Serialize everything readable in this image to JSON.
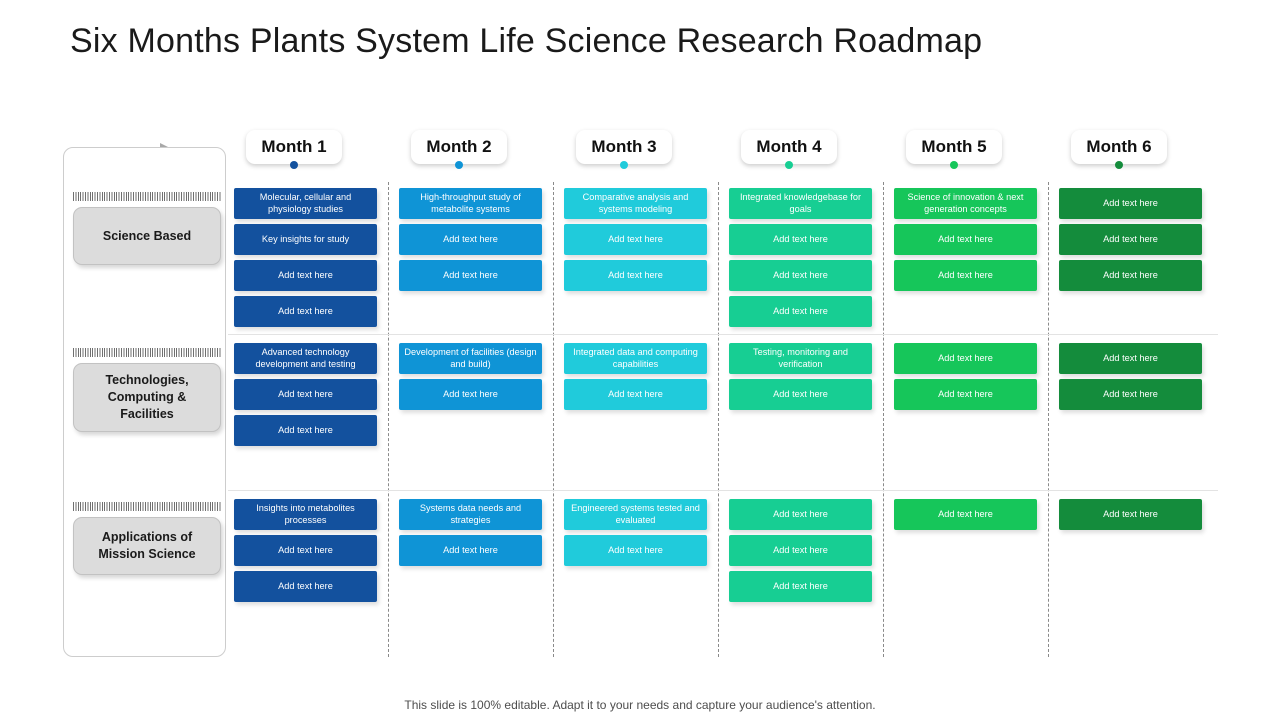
{
  "title": "Six Months Plants System Life Science Research Roadmap",
  "footer": "This slide is 100% editable. Adapt it to your needs and capture your audience's attention.",
  "colors": {
    "month1": "#13519E",
    "month2": "#0F94D6",
    "month3": "#20CBDB",
    "month4": "#17CE93",
    "month5": "#16C65A",
    "month6": "#148C3C",
    "row_label_bg": "#DCDCDC",
    "frame_border": "#CDCDCD",
    "arrow": "#A8A8A8"
  },
  "months": [
    {
      "label": "Month 1",
      "dot_color": "#13519E"
    },
    {
      "label": "Month 2",
      "dot_color": "#0F94D6"
    },
    {
      "label": "Month 3",
      "dot_color": "#20CBDB"
    },
    {
      "label": "Month 4",
      "dot_color": "#17CE93"
    },
    {
      "label": "Month 5",
      "dot_color": "#16C65A"
    },
    {
      "label": "Month 6",
      "dot_color": "#148C3C"
    }
  ],
  "rows": [
    {
      "label": "Science Based",
      "columns": [
        {
          "month": "Month 1",
          "color": "#13519E",
          "cells": [
            "Molecular, cellular and physiology studies",
            "Key insights for study",
            "Add text here",
            "Add text here"
          ]
        },
        {
          "month": "Month 2",
          "color": "#0F94D6",
          "cells": [
            "High-throughput study of metabolite systems",
            "Add text here",
            "Add text here"
          ]
        },
        {
          "month": "Month 3",
          "color": "#20CBDB",
          "cells": [
            "Comparative analysis and systems modeling",
            "Add text here",
            "Add text here"
          ]
        },
        {
          "month": "Month 4",
          "color": "#17CE93",
          "cells": [
            "Integrated knowledgebase for goals",
            "Add text here",
            "Add text here",
            "Add text here"
          ]
        },
        {
          "month": "Month 5",
          "color": "#16C65A",
          "cells": [
            "Science of innovation & next generation concepts",
            "Add text here",
            "Add text here"
          ]
        },
        {
          "month": "Month 6",
          "color": "#148C3C",
          "cells": [
            "Add text here",
            "Add text here",
            "Add text here"
          ]
        }
      ]
    },
    {
      "label": "Technologies, Computing & Facilities",
      "columns": [
        {
          "month": "Month 1",
          "color": "#13519E",
          "cells": [
            "Advanced technology development and testing",
            "Add text here",
            "Add text here"
          ]
        },
        {
          "month": "Month 2",
          "color": "#0F94D6",
          "cells": [
            "Development of facilities (design and build)",
            "Add text here"
          ]
        },
        {
          "month": "Month 3",
          "color": "#20CBDB",
          "cells": [
            "Integrated data and computing capabilities",
            "Add text here"
          ]
        },
        {
          "month": "Month 4",
          "color": "#17CE93",
          "cells": [
            "Testing, monitoring and verification",
            "Add text here"
          ]
        },
        {
          "month": "Month 5",
          "color": "#16C65A",
          "cells": [
            "Add text here",
            "Add text here"
          ]
        },
        {
          "month": "Month 6",
          "color": "#148C3C",
          "cells": [
            "Add text here",
            "Add text here"
          ]
        }
      ]
    },
    {
      "label": "Applications of Mission Science",
      "columns": [
        {
          "month": "Month 1",
          "color": "#13519E",
          "cells": [
            "Insights into metabolites processes",
            "Add text here",
            "Add text here"
          ]
        },
        {
          "month": "Month 2",
          "color": "#0F94D6",
          "cells": [
            "Systems data needs and strategies",
            "Add text here"
          ]
        },
        {
          "month": "Month 3",
          "color": "#20CBDB",
          "cells": [
            "Engineered systems tested and evaluated",
            "Add text here"
          ]
        },
        {
          "month": "Month 4",
          "color": "#17CE93",
          "cells": [
            "Add text here",
            "Add text here",
            "Add text here"
          ]
        },
        {
          "month": "Month 5",
          "color": "#16C65A",
          "cells": [
            "Add text here"
          ]
        },
        {
          "month": "Month 6",
          "color": "#148C3C",
          "cells": [
            "Add text here"
          ]
        }
      ]
    }
  ]
}
